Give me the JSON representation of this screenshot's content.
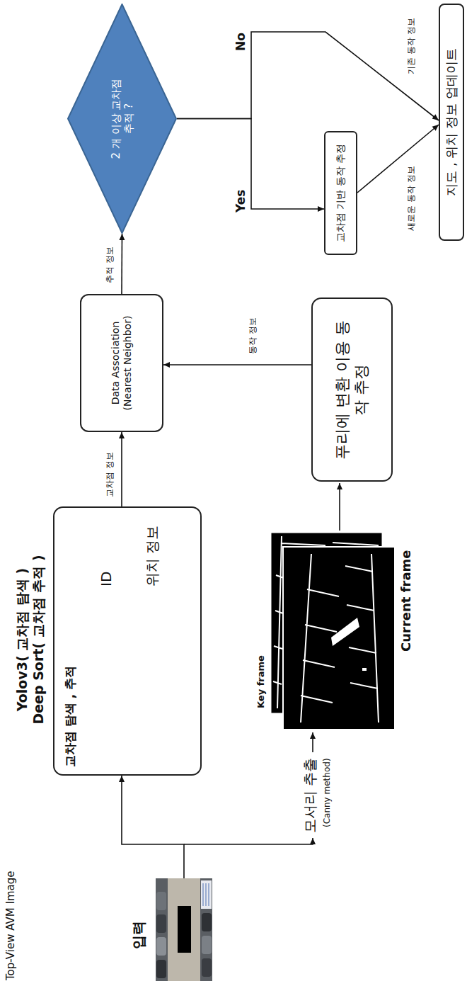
{
  "diagram": {
    "nodes": [
      {
        "text": [
          "입력",
          "Top-View AVM Image"
        ]
      },
      {
        "text": [
          "Yolov3( 교차점 탐색 ) Deep Sort( 교차점 추적 )",
          "교차점 탐색 , 추적",
          "ID",
          "위치 정보"
        ]
      },
      {
        "text": [
          "Data Association (Nearest Neighbor)"
        ]
      },
      {
        "text": [
          "푸리에 변환 이용 동작 추정"
        ]
      },
      {
        "text": [
          "2 개 이상 교차점 추적 ?"
        ]
      },
      {
        "text": [
          "교차점 기반 동작 추정"
        ]
      },
      {
        "text": [
          "지도 , 위치 정보 업데이트"
        ]
      }
    ],
    "edges": [
      {
        "from": 0,
        "to": 1,
        "arrow": "to"
      },
      {
        "from": 1,
        "to": 2,
        "label": "교차점 정보",
        "arrow": "to"
      },
      {
        "from": 3,
        "to": 2,
        "label": "동작 정보",
        "arrow": "to"
      },
      {
        "from": 2,
        "to": 4,
        "label": "추적 정보",
        "arrow": "to"
      },
      {
        "from": 4,
        "to": 5,
        "label": "Yes",
        "arrow": "to"
      },
      {
        "from": 4,
        "to": 6,
        "label": "No",
        "arrow": "to"
      },
      {
        "from": 5,
        "to": 6,
        "label": "새로운 동작 정보",
        "arrow": "to"
      }
    ],
    "labels": [
      "모서리 추출",
      "(Canny method)",
      "Key frame",
      "Current frame",
      "기존 동작 정보"
    ]
  }
}
